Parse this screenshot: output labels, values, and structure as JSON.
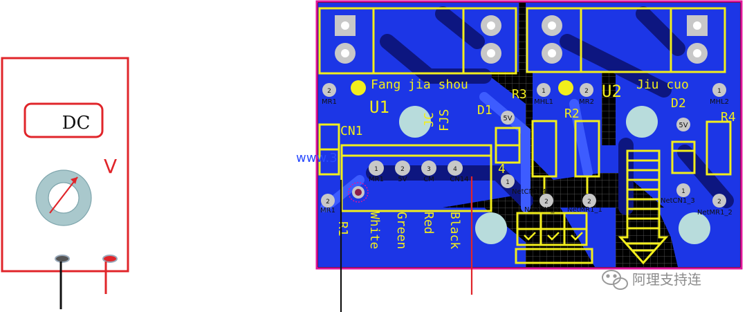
{
  "meter": {
    "mode_label": "DC",
    "unit_label": "V"
  },
  "pcb": {
    "labels": {
      "u1_name": "Fang jia shou",
      "u2_name": "Jiu cuo",
      "u1": "U1",
      "u2": "U2",
      "r1": "R1",
      "r2": "R2",
      "r3": "R3",
      "r4": "R4",
      "d1": "D1",
      "d2": "D2",
      "cn1": "CN1",
      "jc": "JC",
      "fjs": "FJS",
      "num4": "4"
    },
    "pads": {
      "mr1": "MR1",
      "mhl1": "MHL1",
      "mr2": "MR2",
      "mhl2": "MHL2",
      "v5": "5V",
      "cm": "CM",
      "cn14": "CN14",
      "pin1": "1",
      "pin2": "2",
      "pin3": "3",
      "pin4": "4",
      "netcn1_4": "NetCN1_4",
      "netcn1_3": "NetCN1_3",
      "netmr1_1": "NetMR1_1",
      "netmr1_2": "NetMR1_2"
    },
    "wires": [
      "White",
      "Green",
      "Red",
      "Black"
    ],
    "watermark_url": "www.3"
  },
  "watermark": {
    "text": "阿理支持连"
  },
  "colors": {
    "meter_frame": "#e0252a",
    "pcb_blue": "#1c36e6",
    "pcb_dark": "#0d1680",
    "silk_yellow": "#f2ee1c",
    "pad_gray": "#c8c8c8",
    "hole": "#b8dcdc",
    "probe_red": "#e0252a",
    "probe_black": "#111111",
    "border_magenta": "#e0169a"
  }
}
